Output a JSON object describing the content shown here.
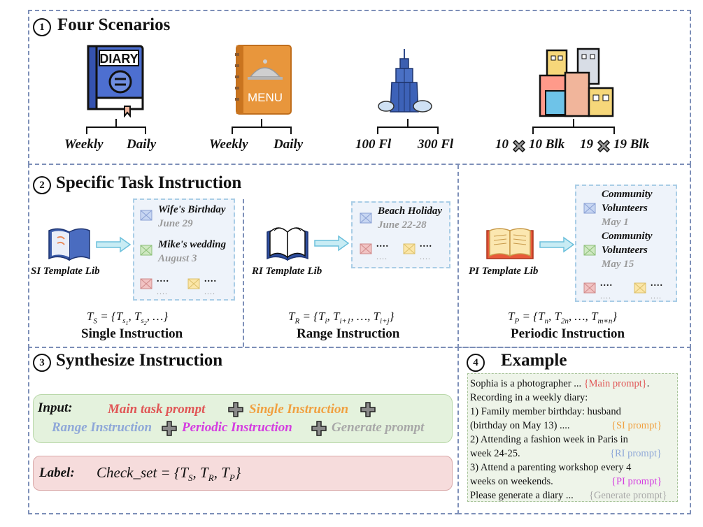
{
  "sections": {
    "s1": {
      "num": "1",
      "title": "Four Scenarios"
    },
    "s2": {
      "num": "2",
      "title": "Specific Task Instruction"
    },
    "s3": {
      "num": "3",
      "title": "Synthesize Instruction"
    },
    "s4": {
      "num": "4",
      "title": "Example"
    }
  },
  "scenarios": {
    "diary": {
      "label": "DIARY",
      "left": "Weekly",
      "right": "Daily"
    },
    "menu": {
      "label": "MENU",
      "left": "Weekly",
      "right": "Daily"
    },
    "building": {
      "left": "100 Fl",
      "right": "300 Fl"
    },
    "city": {
      "left_a": "10",
      "left_b": "10 Blk",
      "right_a": "19",
      "right_b": "19 Blk"
    }
  },
  "si": {
    "lib": "SI Template Lib",
    "item1_title": "Wife's Birthday",
    "item1_date": "June 29",
    "item2_title": "Mike's wedding",
    "item2_date": "August 3",
    "dots": "....",
    "dots_small": "....",
    "formula_lhs": "T",
    "formula_sub": "S",
    "formula_rhs": "= {T",
    "formula_s1": "s",
    "formula_tail": ", …}",
    "name": "Single Instruction"
  },
  "ri": {
    "lib": "RI Template Lib",
    "item1_title": "Beach Holiday",
    "item1_date": "June 22-28",
    "dots": "....",
    "dots_small": "....",
    "name": "Range Instruction"
  },
  "pi": {
    "lib": "PI Template Lib",
    "item1_title_a": "Community",
    "item1_title_b": "Volunteers",
    "item1_date": "May 1",
    "item2_title_a": "Community",
    "item2_title_b": "Volunteers",
    "item2_date": "May 15",
    "dots": "....",
    "dots_small": "....",
    "name": "Periodic Instruction"
  },
  "synth": {
    "input_label": "Input:",
    "main": "Main task prompt",
    "single": "Single Instruction",
    "range": "Range Instruction",
    "periodic": "Periodic Instruction",
    "generate": "Generate prompt",
    "label_label": "Label:",
    "check": "Check_set = {T"
  },
  "example": {
    "l1": "Sophia is a photographer ... ",
    "t1": "{Main prompt}",
    "l1_end": ".",
    "l2": "Recording in a weekly diary:",
    "l3": "1) Family member birthday: husband",
    "l4": "(birthday on May 13) ....",
    "t4": "{SI prompt}",
    "l5": "2) Attending a fashion week in Paris in",
    "l6": "week 24-25.",
    "t6": "{RI prompt}",
    "l7": "3) Attend a parenting workshop every 4",
    "l8": "weeks on weekends.",
    "t8": "{PI prompt}",
    "l9": "Please generate a diary ...",
    "t9": "{Generate prompt}"
  },
  "colors": {
    "main": "#e05656",
    "single": "#f0a040",
    "range": "#8fa8d8",
    "periodic": "#d43ee0",
    "generate": "#a8a8a8",
    "panel_border": "#7d8fb8"
  }
}
